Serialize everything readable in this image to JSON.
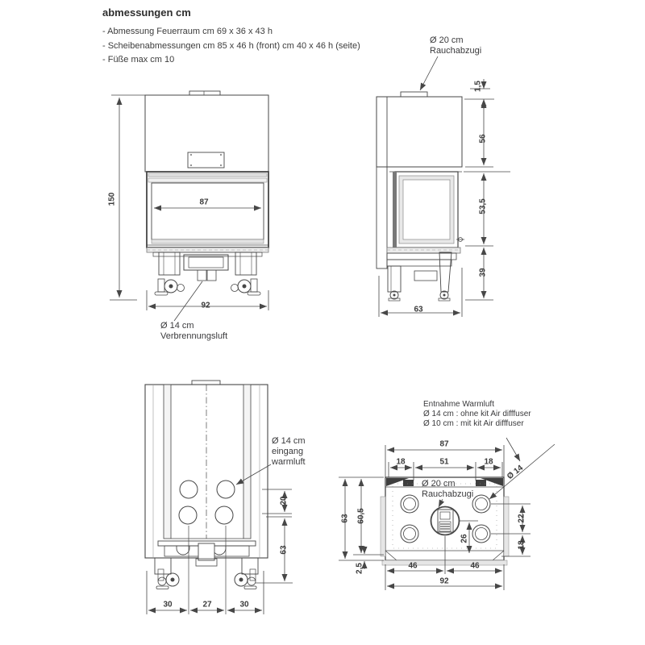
{
  "header": {
    "title": "abmessungen cm",
    "bullets": [
      "- Abmessung Feuerraum cm 69 x 36 x 43 h",
      "- Scheibenabmessungen cm 85 x 46 h (front) cm 40 x 46 h (seite)",
      "- Füße max cm 10"
    ]
  },
  "colors": {
    "line": "#474747",
    "text": "#3a3a3a",
    "light_fill": "#e6e6e6",
    "dark_fill": "#3f3f3f"
  },
  "front_view": {
    "height_total": "150",
    "glass_width": "87",
    "body_width": "92",
    "air_label_line1": "Ø 14 cm",
    "air_label_line2": "Verbrennungsluft"
  },
  "side_view": {
    "flue_label_line1": "Ø 20 cm",
    "flue_label_line2": "Rauchabzugi",
    "flue_lip": "1,5",
    "hood_height": "56",
    "glass_height": "53,5",
    "base_height": "39",
    "depth": "63"
  },
  "rear_view": {
    "warmair_label_line1": "Ø 14 cm",
    "warmair_label_line2": "eingang",
    "warmair_label_line3": "warmluft",
    "hole_row_gap": "20",
    "lower_height": "63",
    "width_left": "30",
    "width_center": "27",
    "width_right": "30"
  },
  "top_view": {
    "note_line1": "Entnahme Warmluft",
    "note_line2": "Ø 14 cm : ohne kit Air difffuser",
    "note_line3": "Ø 10 cm : mit kit Air difffuser",
    "width_top": "87",
    "seg_left": "18",
    "seg_center": "51",
    "seg_right": "18",
    "outlet_diameter": "Ø 14",
    "flue_label_line1": "Ø 20 cm",
    "flue_label_line2": "Rauchabzugi",
    "depth_total": "63",
    "depth_inner": "60,5",
    "front_lip": "2,5",
    "flue_offset": "26",
    "hole_gap_right": "22",
    "hole_edge_right": "18",
    "bottom_left": "46",
    "bottom_right": "46",
    "width_bottom": "92"
  }
}
